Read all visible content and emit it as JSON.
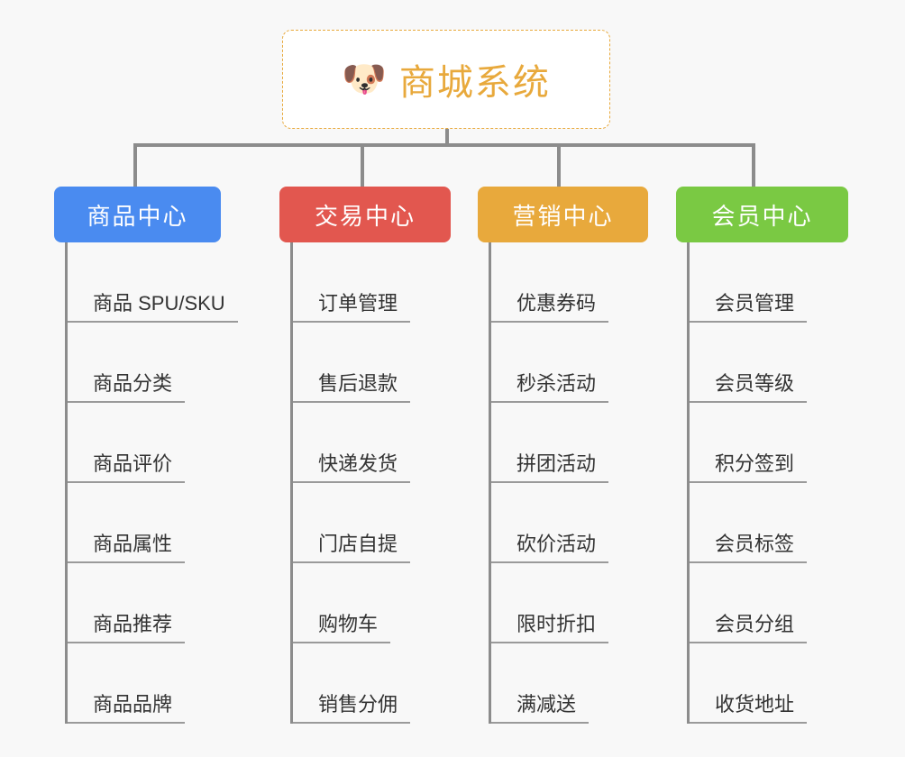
{
  "root": {
    "icon": "shiba-dog-face-emoji",
    "icon_glyph": "🐶",
    "title": "商城系统",
    "border_color": "#e8a93c",
    "text_color": "#e8a93c",
    "background": "#ffffff"
  },
  "canvas": {
    "background": "#f8f8f8",
    "connector_color": "#8c8c8c"
  },
  "columns": [
    {
      "header": "商品中心",
      "color": "#4a8bf0",
      "items": [
        "商品 SPU/SKU",
        "商品分类",
        "商品评价",
        "商品属性",
        "商品推荐",
        "商品品牌"
      ]
    },
    {
      "header": "交易中心",
      "color": "#e2574f",
      "items": [
        "订单管理",
        "售后退款",
        "快递发货",
        "门店自提",
        "购物车",
        "销售分佣"
      ]
    },
    {
      "header": "营销中心",
      "color": "#e8a93c",
      "items": [
        "优惠券码",
        "秒杀活动",
        "拼团活动",
        "砍价活动",
        "限时折扣",
        "满减送"
      ]
    },
    {
      "header": "会员中心",
      "color": "#7ac943",
      "items": [
        "会员管理",
        "会员等级",
        "积分签到",
        "会员标签",
        "会员分组",
        "收货地址"
      ]
    }
  ]
}
